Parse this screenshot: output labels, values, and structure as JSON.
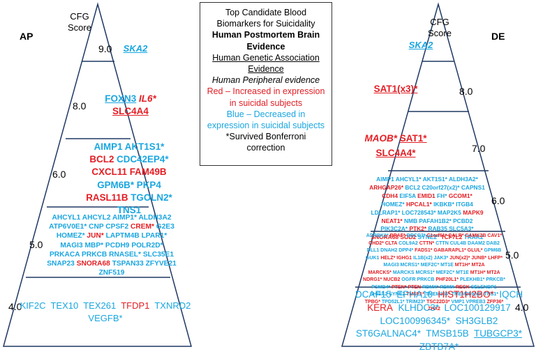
{
  "legend": {
    "line1": "Top Candidate Blood",
    "line2": "Biomarkers for Suicidality",
    "line3": "Human Postmortem Brain",
    "line4": "Evidence",
    "line5": "Human Genetic  Association",
    "line6": "Evidence",
    "line7": "Human Peripheral evidence",
    "line8": "Red – Increased in expression",
    "line9": "in suicidal subjects",
    "line10": "Blue – Decreased in",
    "line11": "expression in suicidal subjects",
    "line12": "*Survived Bonferroni",
    "line13": "correction"
  },
  "colors": {
    "increased": "#e31e24",
    "decreased": "#1aa6e0",
    "outline": "#1f3864"
  },
  "ap": {
    "title": "AP",
    "cfg_label1": "CFG",
    "cfg_label2": "Score",
    "score_9": "9.0",
    "score_8": "8.0",
    "score_6": "6.0",
    "score_5": "5.0",
    "score_4": "4.0",
    "tier9": [
      "SKA2"
    ],
    "tier8": [
      "FOXN3",
      "IL6*",
      "SLC4A4"
    ],
    "tier6": [
      "AIMP1",
      "AKT1S1*",
      "BCL2",
      "CDC42EP4*",
      "CXCL11",
      "FAM49B",
      "GPM6B*",
      "PKP4",
      "RASL11B",
      "TGOLN2*",
      "TNS1"
    ],
    "tier5": [
      "AHCYL1",
      "AHCYL2",
      "AIMP1*",
      "ALDH3A2",
      "ATP6V0E1*",
      "CNP",
      "CPSF2",
      "CREM*",
      "G2E3",
      "HOMEZ*",
      "JUN*",
      "LAPTM4B",
      "LPAR1*",
      "MAGI3",
      "MBP*",
      "PCDH9",
      "POLR2D*",
      "PRKACA",
      "PRKCB",
      "RNASEL*",
      "SLC35E1",
      "SNAP23",
      "SNORA68",
      "TSPAN33",
      "ZFYVE21",
      "ZNF519"
    ],
    "tier4": [
      "KIF2C",
      "TEX10",
      "TEX261",
      "TFDP1",
      "TXNRD2",
      "VEGFB*"
    ]
  },
  "de": {
    "title": "DE",
    "cfg_label1": "CFG",
    "cfg_label2": "Score",
    "score_8": "8.0",
    "score_7": "7.0",
    "score_6": "6.0",
    "score_5": "5.0",
    "score_4": "4.0",
    "tier9": [
      "SKA2"
    ],
    "tier8": [
      "SAT1(x3)*"
    ],
    "tier7": [
      "MAOB*",
      "SAT1*",
      "SLC4A4*"
    ],
    "tier6": [
      [
        "AIMP1",
        "AHCYL1*",
        "AKT1S1*",
        "ALDH3A2*"
      ],
      [
        "ARHGAP26*",
        "BCL2",
        "C20orf27(x2)*",
        "CAPNS1"
      ],
      [
        "CDH4",
        "EIF5A",
        "EMID1",
        "FH*",
        "GCOM1*"
      ],
      [
        "HOMEZ*",
        "HPCAL1*",
        "IKBKB*",
        "ITGB4"
      ],
      [
        "LDLRAP1*",
        "LOC728543*",
        "MAP2K5",
        "MAPK9"
      ],
      [
        "NEAT1*",
        "NMB",
        "PAFAH1B2*",
        "PCBD2"
      ],
      [
        "PIK3C2A*",
        "PTK2*",
        "RAB35",
        "SLC5A3*"
      ],
      [
        "SNORA68",
        "SOD2",
        "SYNE2*",
        "TCF7L2",
        "TRAK2"
      ]
    ],
    "tier5": [
      [
        "ADRBK1*",
        "BRAF*",
        "BRCC3*",
        "C1orf61*",
        "CALR*",
        "CAMK2B",
        "CAV1*"
      ],
      [
        "CHD2*",
        "CLTA",
        "COL9A2",
        "CTTN*",
        "CTTN",
        "CUL4B",
        "DAAM2",
        "DAB2"
      ],
      [
        "DLL1",
        "DNAH2",
        "DPP4*",
        "FADS1*",
        "GABARAPL1*",
        "GLUL*",
        "GPM6B"
      ],
      [
        "GUK1",
        "HELZ*",
        "IGHG1",
        "IL1B(x2)",
        "JAK3*",
        "JUN(x2)*",
        "JUNB*",
        "LHFP*"
      ],
      [
        "MAGI3",
        "MCRS1*",
        "MEF2C*",
        "MT1E",
        "MT1H*",
        "MT2A"
      ],
      [
        "MARCKS*",
        "MARCKS",
        "MCRS1*",
        "MEF2C*",
        "MT1E",
        "MT1H*",
        "MT2A"
      ],
      [
        "NDRG1*",
        "NUCB2",
        "OGFR",
        "PRKCB",
        "PHF20L1*",
        "PLEKHB1*",
        "PRKCB*"
      ],
      [
        "PSMB4*",
        "PTEN*",
        "PTEN",
        "RBMX*",
        "RBMX",
        "RECK",
        "SELENBP1"
      ],
      [
        "SHISA2",
        "SYNE2",
        "TMSF1*",
        "TMEM254*",
        "TMEM259(x3)",
        "TNS1*"
      ],
      [
        "TPBG*",
        "TPD52L1*",
        "TRIM23*",
        "TSC22D3*",
        "VMP1",
        "VPREB3",
        "ZFP36*"
      ],
      [
        "ZHX2"
      ]
    ],
    "tier4": [
      "DCAF15",
      "EPHA10",
      "HIST1H2BO*",
      "IQCH",
      "KERA",
      "KLHDC3*",
      "LOC100129917",
      "LOC100996345*",
      "SH3GLB2",
      "ST6GALNAC4*",
      "TMSB15B",
      "TUBGCP3*",
      "ZBTB7A*"
    ]
  }
}
